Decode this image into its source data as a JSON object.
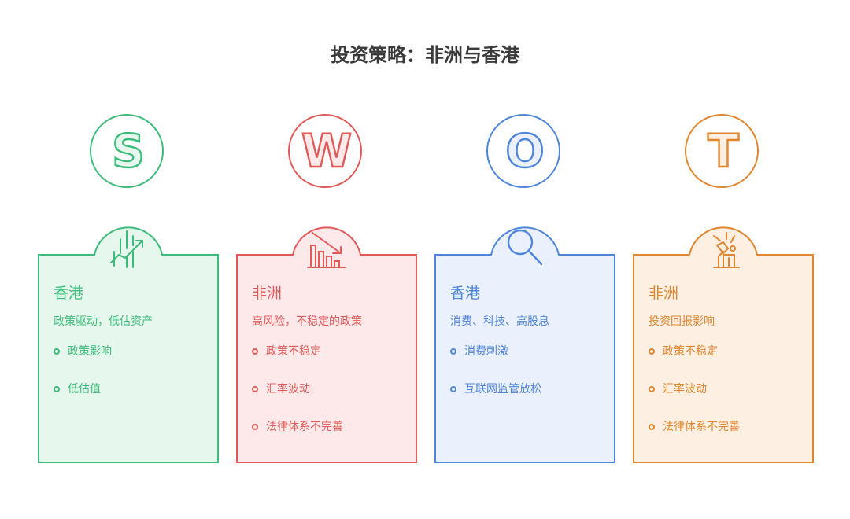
{
  "title": "投资策略：非洲与香港",
  "quadrants": [
    {
      "letter": "S",
      "color": "#3dbb7a",
      "fill": "#e6f8ee",
      "letter_fill": "#e6f8ee",
      "icon": "growth-chart-icon",
      "heading": "香港",
      "subtitle": "政策驱动，低估资产",
      "items": [
        "政策影响",
        "低估值"
      ]
    },
    {
      "letter": "W",
      "color": "#e05a5a",
      "fill": "#fde9e9",
      "letter_fill": "#fde9e9",
      "icon": "declining-bar-chart-icon",
      "heading": "非洲",
      "subtitle": "高风险，不稳定的政策",
      "items": [
        "政策不稳定",
        "汇率波动",
        "法律体系不完善"
      ]
    },
    {
      "letter": "O",
      "color": "#4f86d9",
      "fill": "#eaf1fc",
      "letter_fill": "#eaf1fc",
      "icon": "magnifier-icon",
      "heading": "香港",
      "subtitle": "消费、科技、高股息",
      "items": [
        "消费刺激",
        "互联网监管放松"
      ]
    },
    {
      "letter": "T",
      "color": "#e0862e",
      "fill": "#fdf0e3",
      "letter_fill": "#fdf0e3",
      "icon": "collapsing-building-icon",
      "heading": "非洲",
      "subtitle": "投资回报影响",
      "items": [
        "政策不稳定",
        "汇率波动",
        "法律体系不完善"
      ]
    }
  ]
}
